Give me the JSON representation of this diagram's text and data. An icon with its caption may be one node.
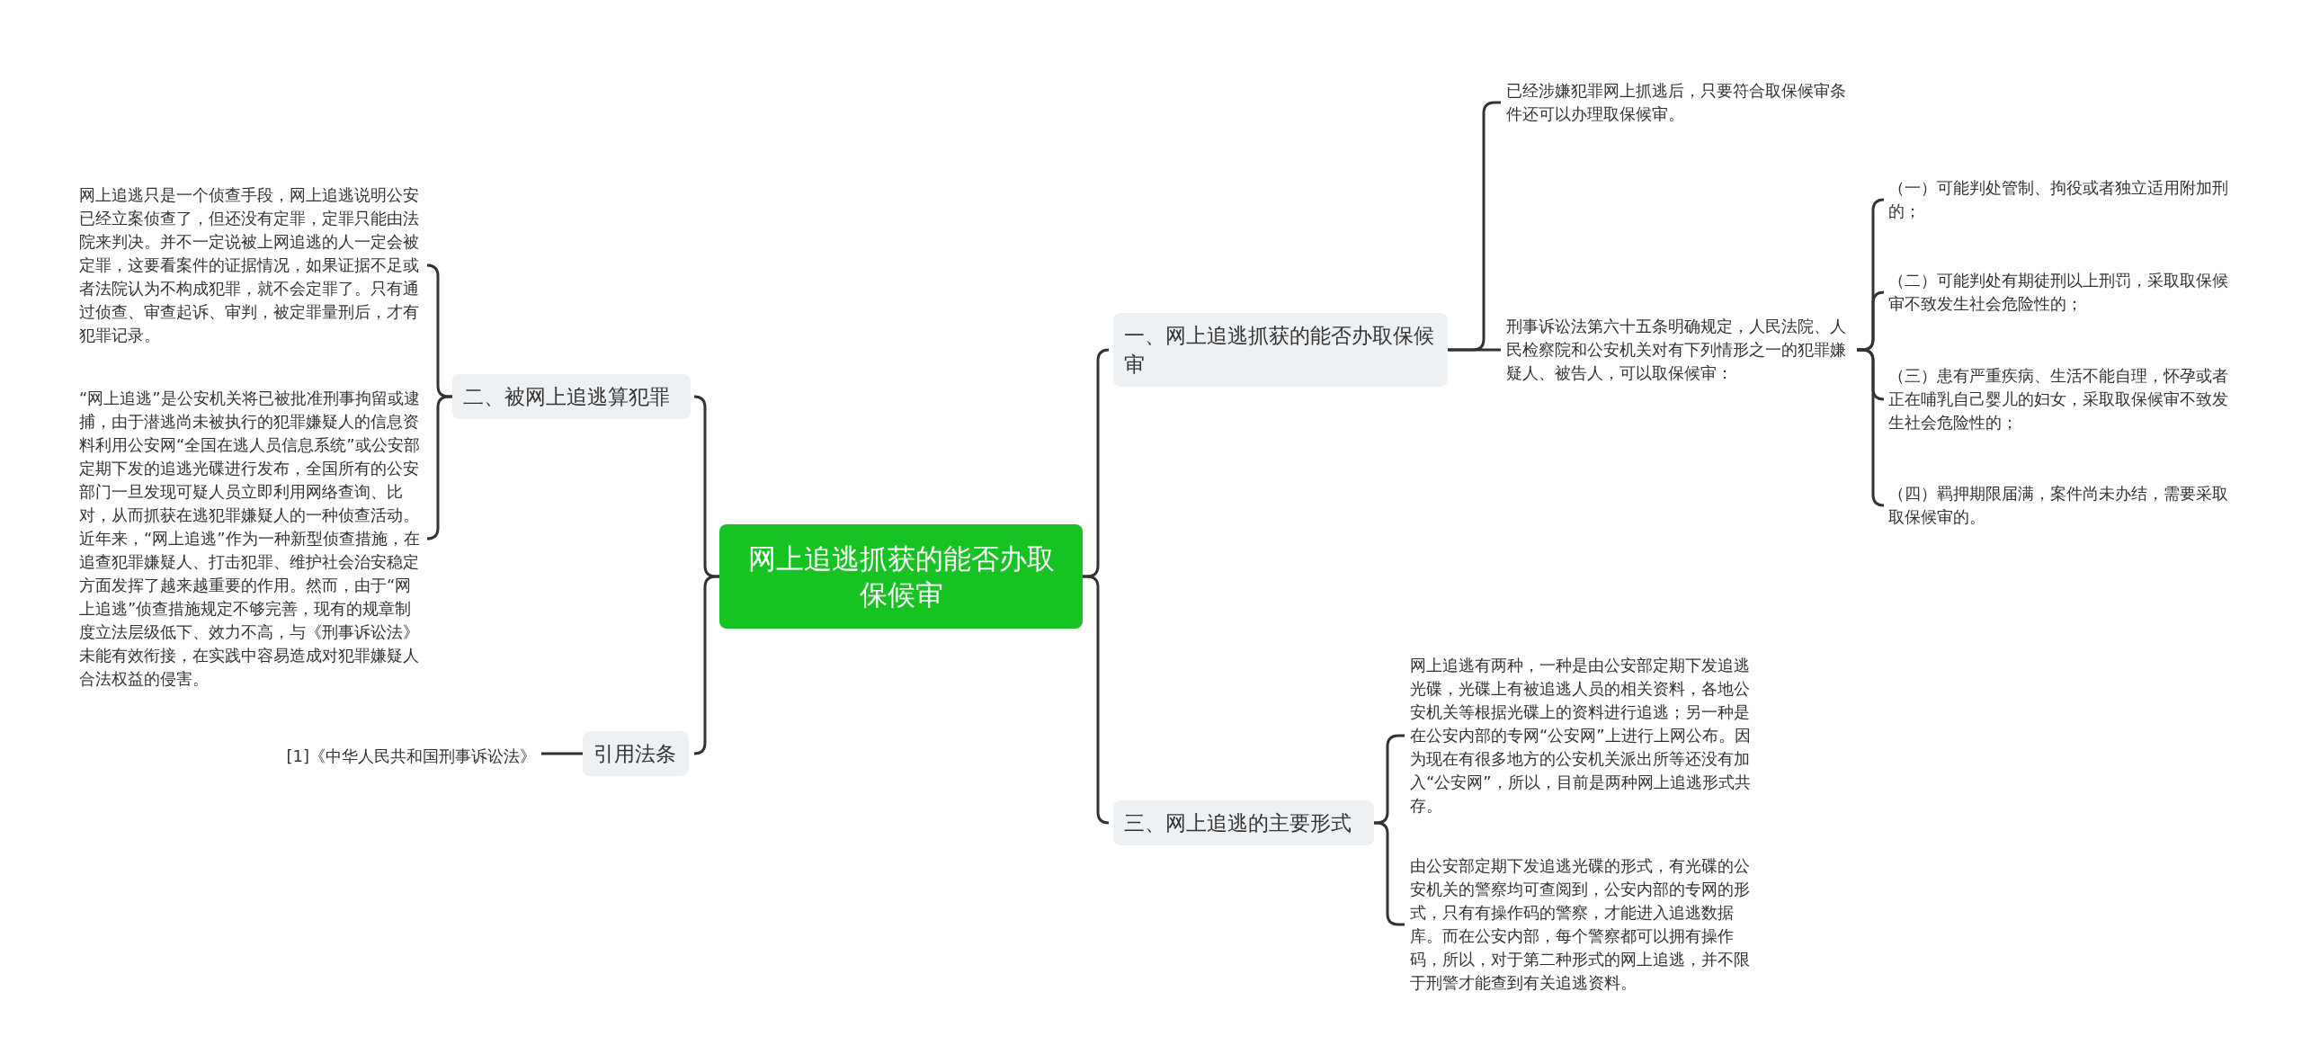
{
  "diagram": {
    "nodes": [
      {
        "text": [
          "网上追逃抓获的能否办取保候审"
        ]
      },
      {
        "text": [
          "一、网上追逃抓获的能否办取保候审"
        ]
      },
      {
        "text": [
          "已经涉嫌犯罪网上抓逃后，只要符合取保候审条件还可以办理取保候审。"
        ]
      },
      {
        "text": [
          "刑事诉讼法第六十五条明确规定，人民法院、人民检察院和公安机关对有下列情形之一的犯罪嫌疑人、被告人，可以取保候审："
        ]
      },
      {
        "text": [
          "（一）可能判处管制、拘役或者独立适用附加刑的；"
        ]
      },
      {
        "text": [
          "（二）可能判处有期徒刑以上刑罚，采取取保候审不致发生社会危险性的；"
        ]
      },
      {
        "text": [
          "（三）患有严重疾病、生活不能自理，怀孕或者正在哺乳自己婴儿的妇女，采取取保候审不致发生社会危险性的；"
        ]
      },
      {
        "text": [
          "（四）羁押期限届满，案件尚未办结，需要采取取保候审的。"
        ]
      },
      {
        "text": [
          "二、被网上追逃算犯罪"
        ]
      },
      {
        "text": [
          "网上追逃只是一个侦查手段，网上追逃说明公安已经立案侦查了，但还没有定罪，定罪只能由法院来判决。并不一定说被上网追逃的人一定会被定罪，这要看案件的证据情况，如果证据不足或者法院认为不构成犯罪，就不会定罪了。只有通过侦查、审查起诉、审判，被定罪量刑后，才有犯罪记录。"
        ]
      },
      {
        "text": [
          "“网上追逃”是公安机关将已被批准刑事拘留或逮捕，由于潜逃尚未被执行的犯罪嫌疑人的信息资料利用公安网“全国在逃人员信息系统”或公安部定期下发的追逃光碟进行发布，全国所有的公安部门一旦发现可疑人员立即利用网络查询、比对，从而抓获在逃犯罪嫌疑人的一种侦查活动。近年来，“网上追逃”作为一种新型侦查措施，在追查犯罪嫌疑人、打击犯罪、维护社会治安稳定方面发挥了越来越重要的作用。然而，由于“网上追逃”侦查措施规定不够完善，现有的规章制度立法层级低下、效力不高，与《刑事诉讼法》未能有效衔接，在实践中容易造成对犯罪嫌疑人合法权益的侵害。"
        ]
      },
      {
        "text": [
          "引用法条"
        ]
      },
      {
        "text": [
          "[1]《中华人民共和国刑事诉讼法》"
        ]
      },
      {
        "text": [
          "三、网上追逃的主要形式"
        ]
      },
      {
        "text": [
          "网上追逃有两种，一种是由公安部定期下发追逃光碟，光碟上有被追逃人员的相关资料，各地公安机关等根据光碟上的资料进行追逃；另一种是在公安内部的专网“公安网”上进行上网公布。因为现在有很多地方的公安机关派出所等还没有加入“公安网”，所以，目前是两种网上追逃形式共存。"
        ]
      },
      {
        "text": [
          "由公安部定期下发追逃光碟的形式，有光碟的公安机关的警察均可查阅到，公安内部的专网的形式，只有有操作码的警察，才能进入追逃数据库。而在公安内部，每个警察都可以拥有操作码，所以，对于第二种形式的网上追逃，并不限于刑警才能查到有关追逃资料。"
        ]
      }
    ],
    "edges": [
      {
        "from": 0,
        "to": 1,
        "arrow": "none"
      },
      {
        "from": 1,
        "to": 2,
        "arrow": "none"
      },
      {
        "from": 1,
        "to": 3,
        "arrow": "none"
      },
      {
        "from": 3,
        "to": 4,
        "arrow": "none"
      },
      {
        "from": 3,
        "to": 5,
        "arrow": "none"
      },
      {
        "from": 3,
        "to": 6,
        "arrow": "none"
      },
      {
        "from": 3,
        "to": 7,
        "arrow": "none"
      },
      {
        "from": 0,
        "to": 8,
        "arrow": "none"
      },
      {
        "from": 8,
        "to": 9,
        "arrow": "none"
      },
      {
        "from": 8,
        "to": 10,
        "arrow": "none"
      },
      {
        "from": 0,
        "to": 11,
        "arrow": "none"
      },
      {
        "from": 11,
        "to": 12,
        "arrow": "none"
      },
      {
        "from": 0,
        "to": 13,
        "arrow": "none"
      },
      {
        "from": 13,
        "to": 14,
        "arrow": "none"
      },
      {
        "from": 13,
        "to": 15,
        "arrow": "none"
      }
    ]
  }
}
